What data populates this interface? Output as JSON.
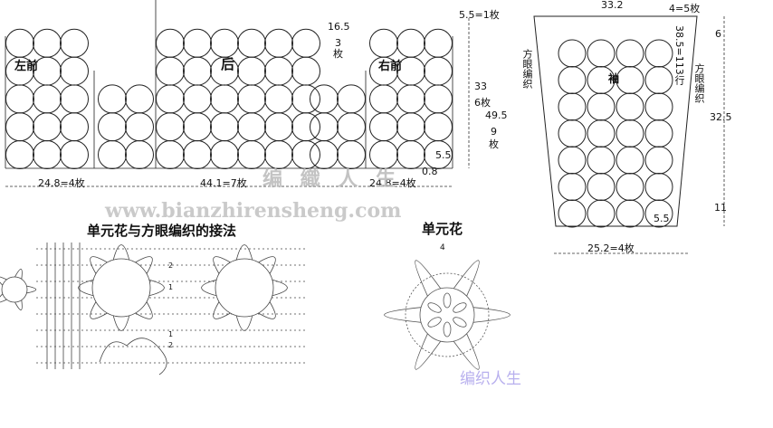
{
  "body_panel": {
    "left_front_label": "左前",
    "back_label": "后",
    "right_front_label": "右前",
    "dim_bottom_left": "24.8=4枚",
    "dim_bottom_center": "44.1=7枚",
    "dim_bottom_right": "24.8=4枚",
    "dim_shoulder_top": "5.5=1枚",
    "dim_neck": "16.5",
    "dim_neck_sub": "3",
    "dim_neck_unit": "枚",
    "dim_height": "33",
    "dim_height_sub": "6枚",
    "dim_total_height": "49.5",
    "dim_total_height_sub": "9",
    "dim_total_height_unit": "枚",
    "dim_corner": "5.5",
    "dim_gap": "0.8"
  },
  "sleeve_panel": {
    "label": "袖",
    "dim_top": "33.2",
    "dim_top_right": "4=5枚",
    "dim_side_6": "6",
    "dim_mesh_left": "方眼编织",
    "dim_mesh_right": "方眼编织",
    "dim_mesh_rows": "38.5=113行",
    "dim_height": "32.5",
    "dim_bottom_11": "11",
    "dim_corner": "5.5",
    "dim_bottom": "25.2=4枚"
  },
  "join_diagram": {
    "title": "单元花与方眼编织的接法",
    "row_marks": [
      "2",
      "1",
      "2",
      "1"
    ]
  },
  "unit_flower": {
    "title": "单元花",
    "chain_mark": "4"
  },
  "watermark": {
    "brand": "编 織 人 生",
    "url": "www.bianzhirensheng.com",
    "brand_small": "编织人生"
  }
}
